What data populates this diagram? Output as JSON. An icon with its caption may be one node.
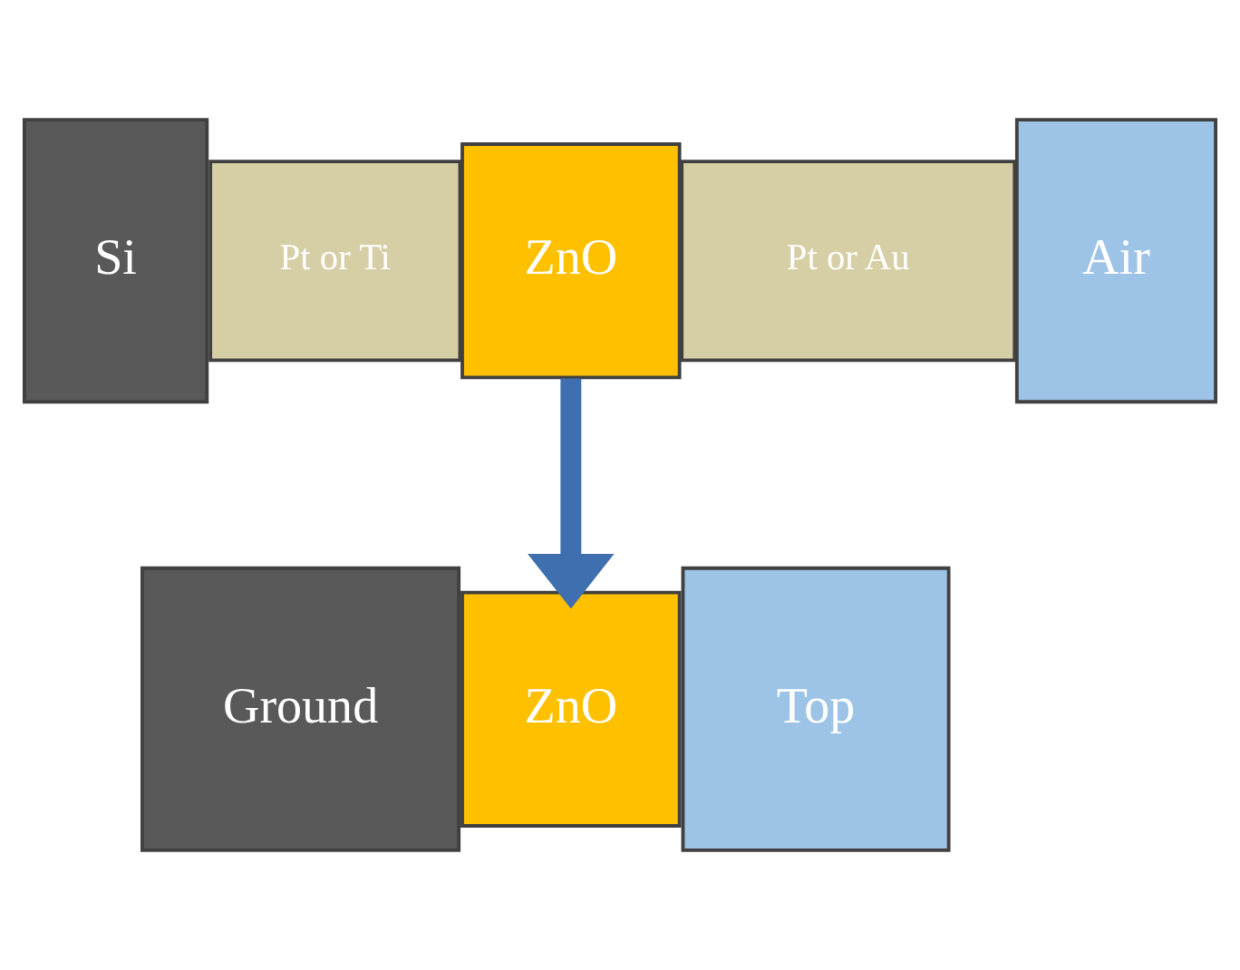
{
  "diagram": {
    "nodes": [
      {
        "text": [
          "Si"
        ]
      },
      {
        "text": [
          "Pt or Ti"
        ]
      },
      {
        "text": [
          "ZnO"
        ]
      },
      {
        "text": [
          "Pt or Au"
        ]
      },
      {
        "text": [
          "Air"
        ]
      },
      {
        "text": [
          "Ground"
        ]
      },
      {
        "text": [
          "ZnO"
        ]
      },
      {
        "text": [
          "Top"
        ]
      }
    ],
    "edges": [
      {
        "from": 2,
        "to": 6,
        "arrow": "to",
        "color": "#3f6fae"
      }
    ]
  }
}
